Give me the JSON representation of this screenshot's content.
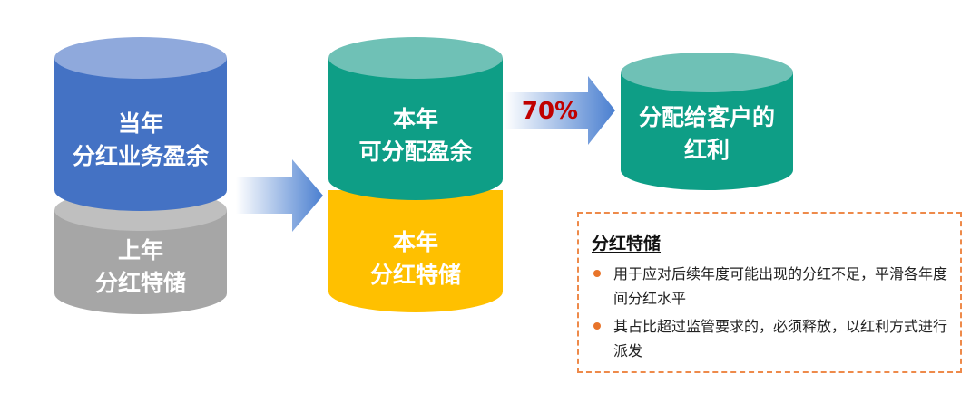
{
  "cylinders": {
    "current_surplus": {
      "line1": "当年",
      "line2": "分红业务盈余",
      "color": "#4472c4"
    },
    "prev_reserve": {
      "line1": "上年",
      "line2": "分红特储",
      "color": "#a6a6a6"
    },
    "distributable": {
      "line1": "本年",
      "line2": "可分配盈余",
      "color": "#0e9e86"
    },
    "current_reserve": {
      "line1": "本年",
      "line2": "分红特储",
      "color": "#ffc000"
    },
    "customer_dividend": {
      "line1": "分配给客户的",
      "line2": "红利",
      "color": "#0e9e86"
    }
  },
  "arrow_percent": "70%",
  "note": {
    "title": "分红特储",
    "items": [
      "用于应对后续年度可能出现的分红不足，平滑各年度间分红水平",
      "其占比超过监管要求的，必须释放，以红利方式进行派发"
    ],
    "bullet_color": "#e8742a",
    "border_color": "#ee8a4a"
  }
}
